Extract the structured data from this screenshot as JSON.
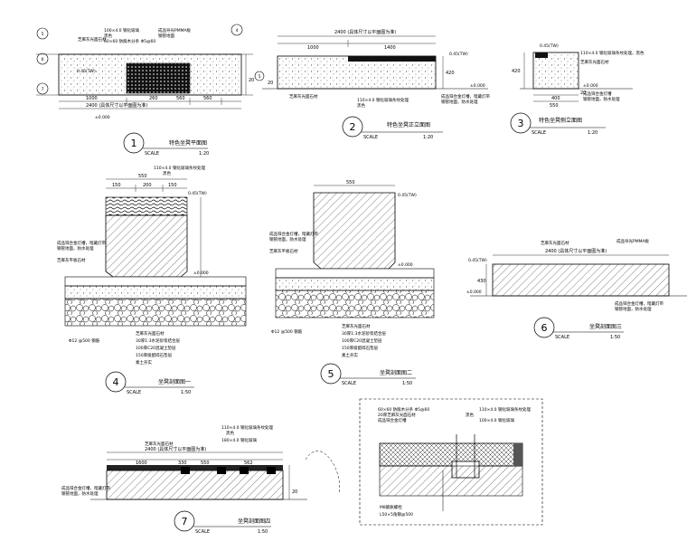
{
  "drawing": {
    "d1": {
      "number": "1",
      "title": "特色坐凳平面图",
      "scale_label": "SCALE",
      "scale": "1:20",
      "dims": {
        "total": "2400 (具体尺寸以平面图为准)",
        "d1000": "1000",
        "d260": "260",
        "d560a": "560",
        "d560b": "560",
        "d20": "20"
      },
      "level": "0.45(TW)",
      "level2": "±0.000",
      "notes": {
        "n1": "芝麻灰光面石材",
        "n2": "100×4.0 钢化玻璃",
        "n3": "黑色",
        "n4": "成品导光PMMA板",
        "n5": "钢管地面",
        "n6": "60×60 防腐木分条 Φ5@60"
      },
      "grid": {
        "a": "5",
        "b": "6",
        "c": "7",
        "d": "4",
        "e": "5"
      }
    },
    "d2": {
      "number": "2",
      "title": "特色坐凳正立面图",
      "scale_label": "SCALE",
      "scale": "1:20",
      "dims": {
        "total": "2400 (具体尺寸以平面图为准)",
        "d1000": "1000",
        "d1400": "1400",
        "d20": "20",
        "d420": "420"
      },
      "level": "0.45(TW)",
      "level2": "±0.000",
      "notes": {
        "n1": "芝麻灰光面石材",
        "n2": "110×4.0 钢化玻璃条纹处理",
        "n3": "黑色",
        "n4": "成品锌合金灯槽，暗藏灯带",
        "n5": "钢管地面，防水处理"
      }
    },
    "d3": {
      "number": "3",
      "title": "特色坐凳侧立面图",
      "scale_label": "SCALE",
      "scale": "1:20",
      "dims": {
        "d550": "550",
        "d400": "400",
        "d20": "20",
        "d420": "420"
      },
      "level": "0.45(TW)",
      "level2": "±0.000",
      "notes": {
        "n1": "110×4.0 钢化玻璃条纹处理，黑色",
        "n2": "芝麻灰光面石材",
        "n3": "成品锌合金灯槽",
        "n4": "钢管地面，防水处理"
      }
    },
    "d4": {
      "number": "4",
      "title": "坐凳剖面图一",
      "scale_label": "SCALE",
      "scale": "1:50",
      "dims": {
        "d550": "550",
        "d150": "150",
        "d200": "200",
        "d150b": "150"
      },
      "level": "0.45(TW)",
      "level2": "±0.000",
      "notes": {
        "n1": "110×4.0 钢化玻璃条纹处理",
        "n2": "黑色",
        "n3": "成品锌合金灯槽，暗藏灯带",
        "n4": "钢管地面，防水处理",
        "n5": "芝麻灰平板石材",
        "n6": "Φ12 @500 钢筋",
        "n7": "芝麻灰光面石材",
        "n8": "30厚1:3水泥砂浆结合层",
        "n9": "100厚C20混凝土垫层",
        "n10": "150厚级配碎石垫层",
        "n11": "素土夯实"
      }
    },
    "d5": {
      "number": "5",
      "title": "坐凳剖面图二",
      "scale_label": "SCALE",
      "scale": "1:50",
      "dims": {
        "d550": "550"
      },
      "level": "0.45(TW)",
      "level2": "±0.000",
      "notes": {
        "n1": "成品锌合金灯槽，暗藏灯带",
        "n2": "钢管地面，防水处理",
        "n3": "芝麻灰平板石材",
        "n4": "Φ12 @500 钢筋",
        "n5": "芝麻灰光面石材",
        "n6": "30厚1:3水泥砂浆结合层",
        "n7": "100厚C20混凝土垫层",
        "n8": "150厚级配碎石垫层",
        "n9": "素土夯实"
      }
    },
    "d6": {
      "number": "6",
      "title": "坐凳剖面图三",
      "scale_label": "SCALE",
      "scale": "1:50",
      "dims": {
        "total": "2400 (具体尺寸以平面图为准)",
        "d430": "430"
      },
      "level": "0.45(TW)",
      "level2": "±0.000",
      "notes": {
        "n1": "芝麻灰光面石材",
        "n2": "成品导光PMMA板",
        "n3": "成品锌合金灯槽，暗藏灯带",
        "n4": "钢管地面，防水处理"
      }
    },
    "d7": {
      "number": "7",
      "title": "坐凳剖面图四",
      "scale_label": "SCALE",
      "scale": "1:50",
      "dims": {
        "total": "2400 (具体尺寸以平面图为准)",
        "d1600": "1600",
        "d330": "330",
        "d550": "550",
        "d562": "562",
        "d20": "20"
      },
      "notes": {
        "n1": "110×4.0 钢化玻璃条纹处理",
        "n2": "黑色",
        "n3": "180×4.0 钢化玻璃",
        "n4": "芝麻灰光面石材",
        "n5": "成品锌合金灯槽，暗藏灯带",
        "n6": "钢管地面，防水处理"
      }
    },
    "detail": {
      "notes": {
        "n1": "60×60 防腐木分条 Φ5@60",
        "n2": "20厚芝麻灰光面石材",
        "n3": "黑色",
        "n4": "成品锌合金灯槽",
        "n5": "110×4.0 钢化玻璃条纹处理",
        "n6": "100×4.0 钢化玻璃",
        "n7": "M8膨胀螺栓",
        "n8": "L50×5角钢@500"
      }
    }
  }
}
